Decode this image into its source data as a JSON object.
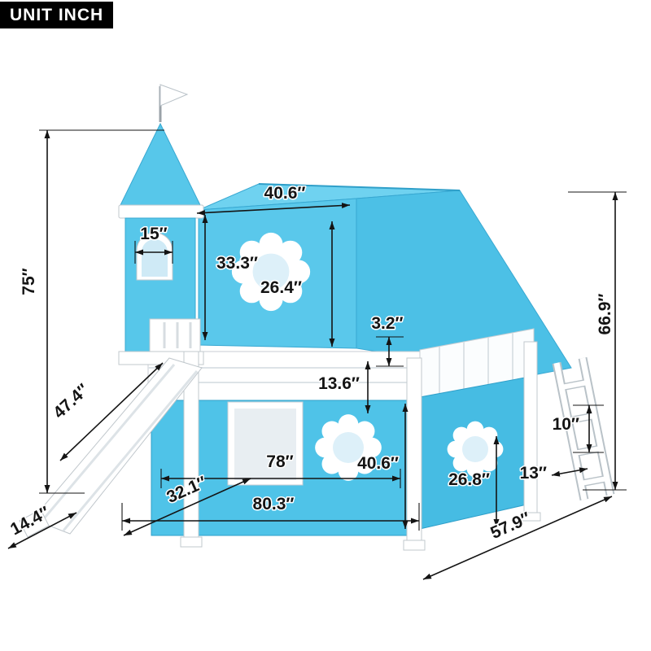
{
  "unit_badge": {
    "label": "UNIT INCH"
  },
  "palette": {
    "tent_blue": "#57c7ea",
    "tent_blue_light": "#6fd2f0",
    "tent_blue_dark": "#4cc0e6",
    "curtain_blue": "#4fc3e8",
    "frame_white": "#ffffff",
    "annotation_black": "#141414"
  },
  "dimensions": {
    "overall_height": {
      "label": "75″",
      "value_in": 75
    },
    "tower_window_width": {
      "label": "15″",
      "value_in": 15
    },
    "tent_top_width": {
      "label": "40.6″",
      "value_in": 40.6
    },
    "tent_front_height": {
      "label": "33.3″",
      "value_in": 33.3
    },
    "tent_opening_height": {
      "label": "26.4″",
      "value_in": 26.4
    },
    "frame_thickness": {
      "label": "3.2″",
      "value_in": 3.2
    },
    "guardrail_height": {
      "label": "13.6″",
      "value_in": 13.6
    },
    "tent_total_height": {
      "label": "66.9″",
      "value_in": 66.9
    },
    "slide_length": {
      "label": "47.4″",
      "value_in": 47.4
    },
    "front_opening_width": {
      "label": "78″",
      "value_in": 78
    },
    "lower_space_height": {
      "label": "40.6″",
      "value_in": 40.6
    },
    "under_bed_clearance": {
      "label": "26.8″",
      "value_in": 26.8
    },
    "ladder_rung_spacing": {
      "label": "10″",
      "value_in": 10
    },
    "ladder_width": {
      "label": "13″",
      "value_in": 13
    },
    "slide_floor_span": {
      "label": "32.1″",
      "value_in": 32.1
    },
    "overall_length": {
      "label": "80.3″",
      "value_in": 80.3
    },
    "slide_width": {
      "label": "14.4″",
      "value_in": 14.4
    },
    "overall_depth": {
      "label": "57.9″",
      "value_in": 57.9
    }
  }
}
